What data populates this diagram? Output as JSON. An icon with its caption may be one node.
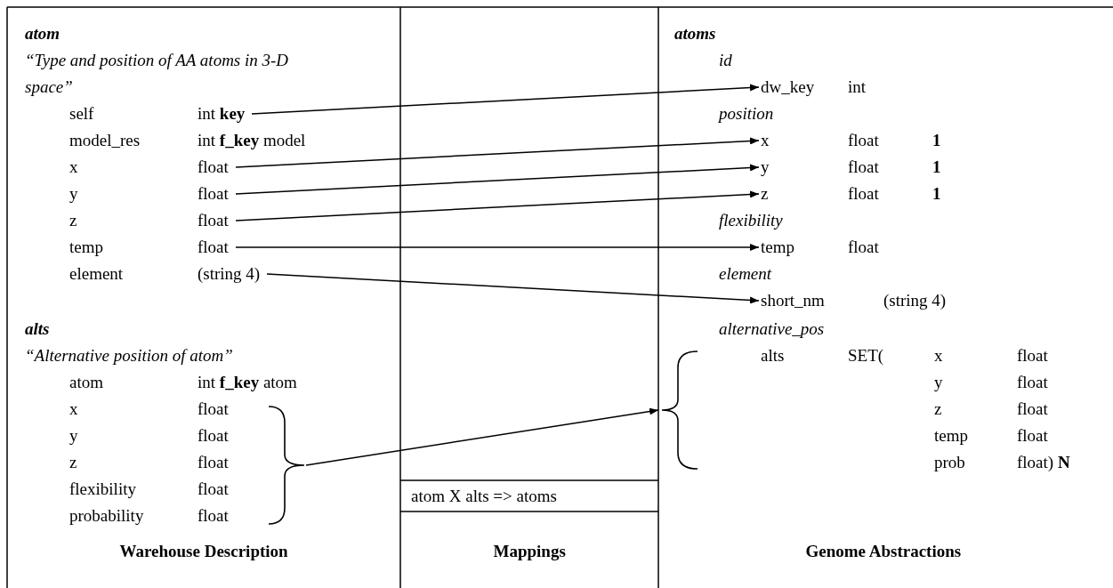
{
  "diagram": {
    "nodes": [
      {
        "text": [
          "self",
          "int **key**"
        ]
      },
      {
        "text": [
          "x",
          "float"
        ]
      },
      {
        "text": [
          "y",
          "float"
        ]
      },
      {
        "text": [
          "z",
          "float"
        ]
      },
      {
        "text": [
          "temp",
          "float"
        ]
      },
      {
        "text": [
          "element",
          "(string 4)"
        ]
      },
      {
        "text": [],
        "shape": "brace"
      },
      {
        "text": [
          "dw_key",
          "int"
        ]
      },
      {
        "text": [
          "x",
          "float",
          "1"
        ]
      },
      {
        "text": [
          "y",
          "float",
          "1"
        ]
      },
      {
        "text": [
          "z",
          "float",
          "1"
        ]
      },
      {
        "text": [
          "temp",
          "float"
        ]
      },
      {
        "text": [
          "short_nm",
          "(string 4)"
        ]
      },
      {
        "text": [],
        "shape": "brace"
      }
    ],
    "edges": [
      {
        "from": 0,
        "to": 7,
        "arrow": "to"
      },
      {
        "from": 1,
        "to": 8,
        "arrow": "to"
      },
      {
        "from": 2,
        "to": 9,
        "arrow": "to"
      },
      {
        "from": 3,
        "to": 10,
        "arrow": "to"
      },
      {
        "from": 4,
        "to": 11,
        "arrow": "to"
      },
      {
        "from": 5,
        "to": 12,
        "arrow": "to"
      },
      {
        "from": 6,
        "to": 13,
        "arrow": "to"
      }
    ],
    "labels": [
      "atom",
      "“Type and position of AA atoms in 3-D space”",
      "model_res",
      "int **f_key** model",
      "alts",
      "“Alternative position of atom”",
      "atom",
      "int **f_key** atom",
      "x",
      "float",
      "y",
      "float",
      "z",
      "float",
      "flexibility",
      "float",
      "probability",
      "float",
      "atom X alts => atoms",
      "Warehouse Description",
      "Mappings",
      "Genome Abstractions",
      "atoms",
      "id",
      "position",
      "flexibility",
      "element",
      "alternative_pos",
      "alts",
      "SET(",
      "x",
      "float",
      "y",
      "float",
      "z",
      "float",
      "temp",
      "float",
      "prob",
      "float) **N**"
    ]
  }
}
